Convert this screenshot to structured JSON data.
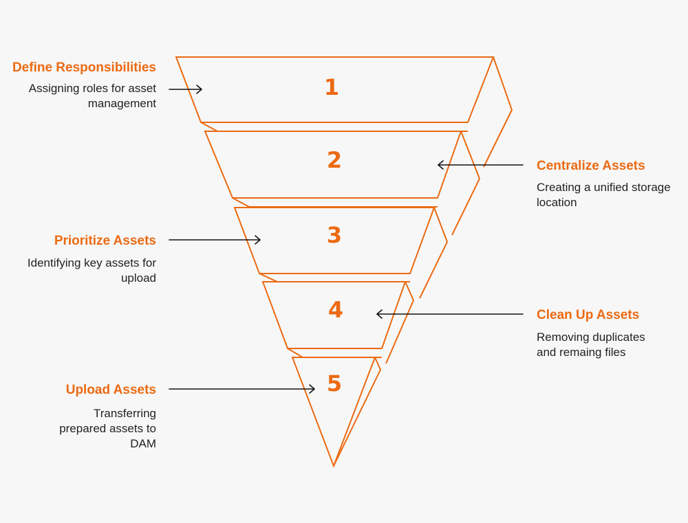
{
  "accent_color": "#ec6a12",
  "arrow_color": "#111111",
  "steps": [
    {
      "number": "1",
      "title": "Define Responsibilities",
      "description": "Assigning roles for asset management"
    },
    {
      "number": "2",
      "title": "Centralize Assets",
      "description": "Creating a unified storage location"
    },
    {
      "number": "3",
      "title": "Prioritize Assets",
      "description": "Identifying key assets for upload"
    },
    {
      "number": "4",
      "title": "Clean Up Assets",
      "description": "Removing duplicates and remaing files"
    },
    {
      "number": "5",
      "title": "Upload Assets",
      "description": "Transferring prepared assets to DAM"
    }
  ]
}
